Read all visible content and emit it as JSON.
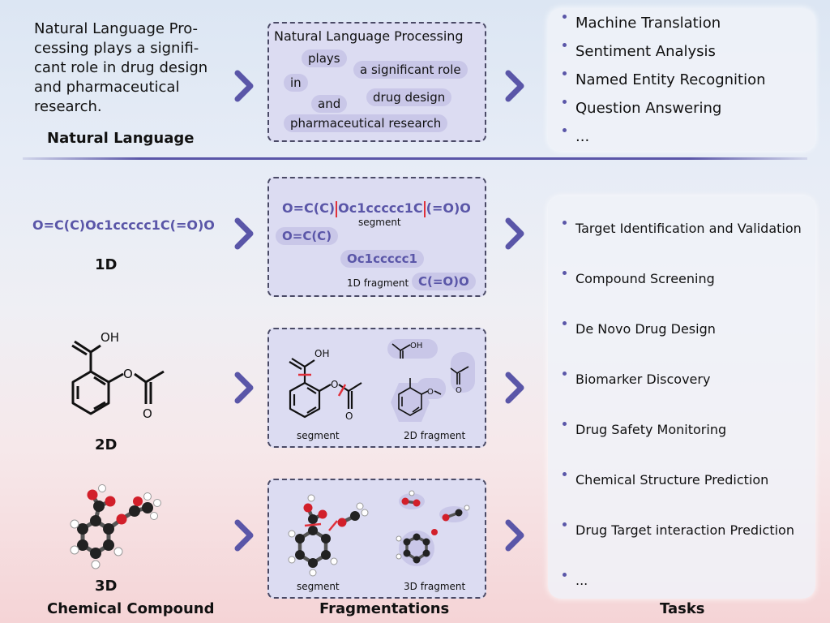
{
  "natural_language": {
    "paragraph_lines": [
      "Natural Language Pro-",
      "cessing plays a signifi-",
      "cant role in drug design",
      "and pharmaceutical",
      "research."
    ],
    "label": "Natural Language",
    "chips": [
      "Natural Language Processing",
      "plays",
      "a significant role",
      "in",
      "drug design",
      "and",
      "pharmaceutical research"
    ]
  },
  "nlp_tasks": [
    "Machine Translation",
    "Sentiment Analysis",
    "Named Entity Recognition",
    "Question Answering",
    "..."
  ],
  "one_d": {
    "smiles": "O=C(C)Oc1ccccc1C(=O)O",
    "label": "1D",
    "split_parts": [
      "O=C(C)",
      "Oc1ccccc1",
      "C",
      "(=O)O"
    ],
    "segment_label": "segment",
    "fragments": [
      "O=C(C)",
      "Oc1ccccc1",
      "C(=O)O"
    ],
    "fragment_label": "1D fragment"
  },
  "two_d": {
    "label": "2D",
    "oh": "OH",
    "o_atom": "O",
    "segment_label": "segment",
    "fragment_label": "2D fragment"
  },
  "three_d": {
    "label": "3D",
    "segment_label": "segment",
    "fragment_label": "3D fragment"
  },
  "drug_tasks": [
    "Target Identification and Validation",
    "Compound Screening",
    "De Novo Drug Design",
    "Biomarker Discovery",
    "Drug Safety Monitoring",
    "Chemical Structure Prediction",
    "Drug Target interaction Prediction",
    "..."
  ],
  "column_labels": {
    "compound": "Chemical Compound",
    "fragmentations": "Fragmentations",
    "tasks": "Tasks"
  },
  "colors": {
    "accent": "#5a56a8",
    "chip": "#c9c7e8",
    "box": "#dcdcf2",
    "cut": "#e0303a"
  }
}
